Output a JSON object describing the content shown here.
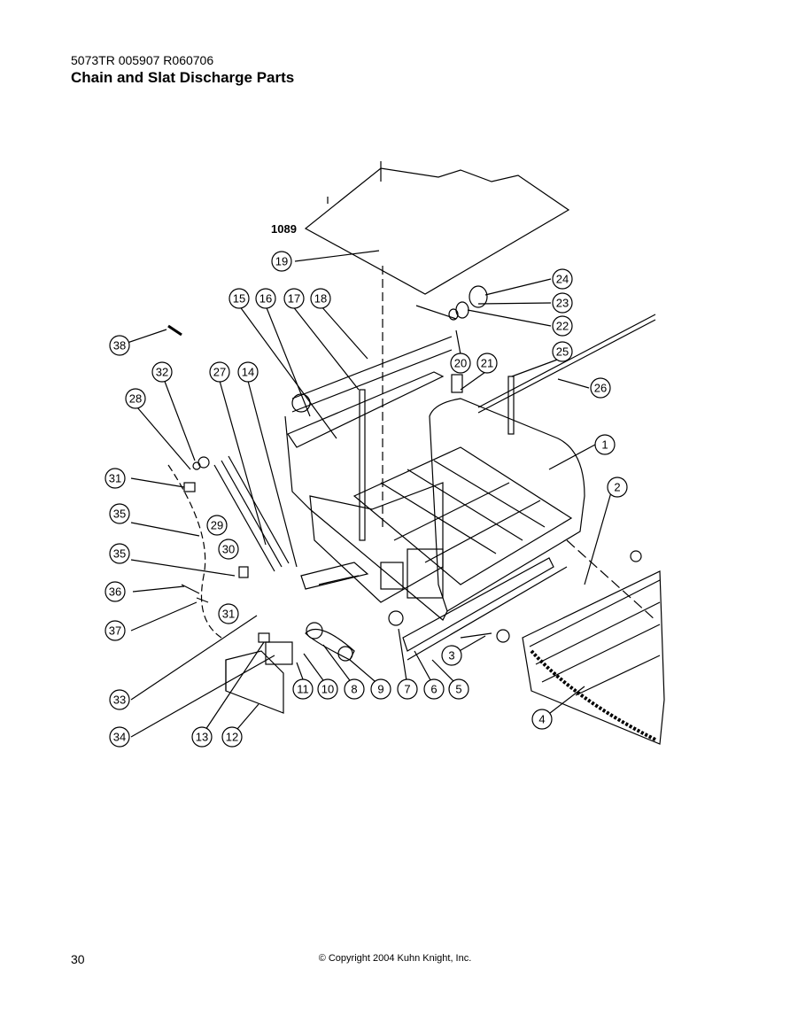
{
  "header": {
    "doc_code": "5073TR 005907 R060706",
    "title": "Chain and Slat Discharge Parts"
  },
  "diagram": {
    "sheet_label": "1089",
    "callouts": [
      "1",
      "2",
      "3",
      "4",
      "5",
      "6",
      "7",
      "8",
      "9",
      "10",
      "11",
      "12",
      "13",
      "14",
      "15",
      "16",
      "17",
      "18",
      "19",
      "20",
      "21",
      "22",
      "23",
      "24",
      "25",
      "26",
      "27",
      "28",
      "29",
      "30",
      "31",
      "31",
      "32",
      "33",
      "34",
      "35",
      "35",
      "36",
      "37",
      "38"
    ]
  },
  "footer": {
    "page_number": "30",
    "copyright": "© Copyright 2004 Kuhn Knight, Inc."
  }
}
